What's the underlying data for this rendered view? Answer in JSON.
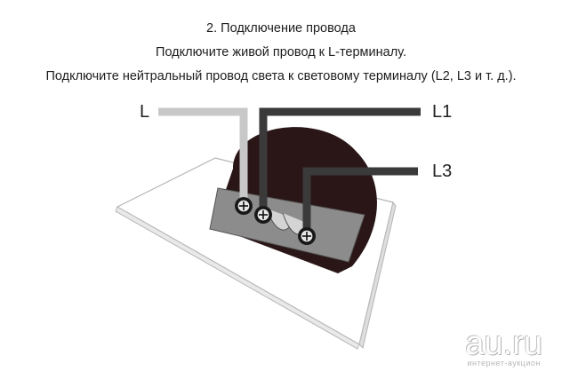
{
  "captions": {
    "step_title": "2. Подключение провода",
    "line_live": "Подключите живой провод к L-терминалу.",
    "line_neutral": "Подключите нейтральный провод света к световому терминалу (L2, L3 и т. д.)."
  },
  "wires": {
    "L": "L",
    "L1": "L1",
    "L3": "L3"
  },
  "colors": {
    "live_wire": "#c8c8c8",
    "dark_wire": "#3a3a3a",
    "housing": "#2a1616",
    "terminal_block": "#8c8c8c",
    "plate": "#ffffff"
  },
  "watermark": {
    "site": "au.ru",
    "tagline": "интернет-аукцион"
  }
}
